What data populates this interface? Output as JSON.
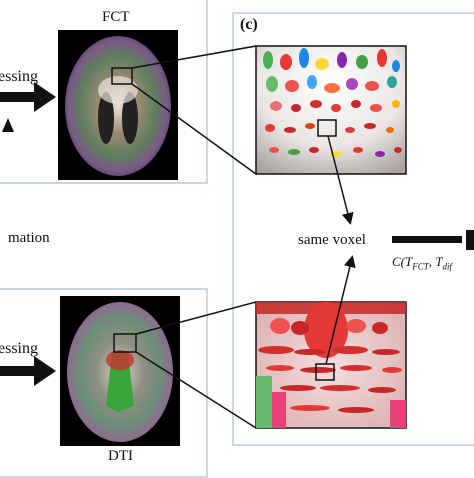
{
  "panel_c": {
    "label": "(c)"
  },
  "top_left": {
    "title": "FCT",
    "text": "essing"
  },
  "bottom_left": {
    "title": "DTI",
    "text": "essing"
  },
  "middle_left": {
    "text": "mation"
  },
  "center": {
    "label": "same voxel"
  },
  "formula": {
    "prefix": "C(",
    "t1": "T",
    "t1_sub": "FCT",
    "sep": ", ",
    "t2": "T",
    "t2_sub": "dif"
  },
  "colors": {
    "panel_border": "#c9d7ea",
    "arrow": "#111111",
    "highlight_box": "#111111"
  }
}
